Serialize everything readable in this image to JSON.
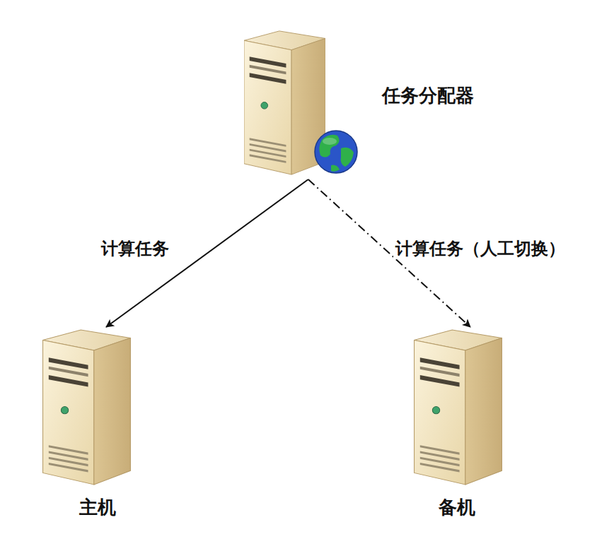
{
  "diagram": {
    "nodes": [
      {
        "text": [
          "任务分配器"
        ]
      },
      {
        "text": [
          "主机"
        ]
      },
      {
        "text": [
          "备机"
        ]
      }
    ],
    "edges": [
      {
        "from": 0,
        "to": 1,
        "label": "计算任务",
        "arrow": "to"
      },
      {
        "from": 0,
        "to": 2,
        "label": "计算任务（人工切换）",
        "arrow": "to"
      }
    ]
  }
}
